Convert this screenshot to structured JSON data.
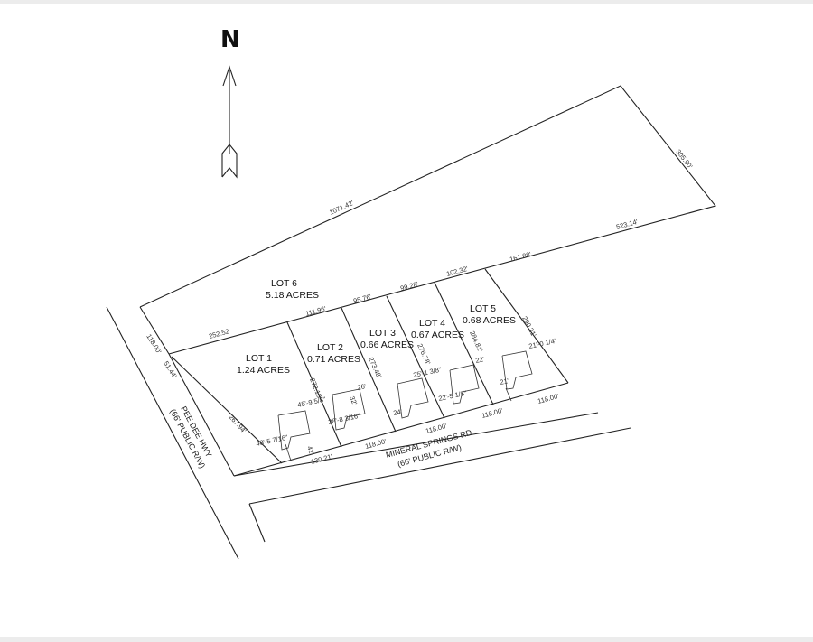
{
  "north_label": "N",
  "lots": [
    {
      "name": "LOT 1",
      "area": "1.24 ACRES"
    },
    {
      "name": "LOT 2",
      "area": "0.71 ACRES"
    },
    {
      "name": "LOT 3",
      "area": "0.66 ACRES"
    },
    {
      "name": "LOT 4",
      "area": "0.67 ACRES"
    },
    {
      "name": "LOT 5",
      "area": "0.68 ACRES"
    },
    {
      "name": "LOT 6",
      "area": "5.18 ACRES"
    }
  ],
  "roads": {
    "pee_dee_name": "PEE DEE HWY",
    "pee_dee_row": "(66' PUBLIC R/W)",
    "mineral_name": "MINERAL SPRINGS RD",
    "mineral_row": "(66' PUBLIC R/W)"
  },
  "dimensions": {
    "north_line": "1071.42'",
    "east_line": "305.90'",
    "lot6_south_east": "523.14'",
    "lot6_south_1": "252.52'",
    "lot6_south_2": "111.96'",
    "lot6_south_3": "95.76'",
    "lot6_south_4": "99.28'",
    "lot6_south_5": "102.32'",
    "lot6_south_6": "161.88'",
    "west_upper": "118.00'",
    "west_lower": "51.44'",
    "diagonal": "267.94'",
    "lot1_front": "130.21'",
    "lot2_front": "118.00'",
    "lot3_front": "118.00'",
    "lot4_front": "118.00'",
    "lot5_front": "118.00'",
    "lot2_side": "272.18'",
    "lot3_side": "273.48'",
    "lot4_side": "276.78'",
    "lot5_side": "284.81'",
    "lot5_east": "290.21'",
    "house1_setback": "48'-5 7/16\"",
    "house2_setback": "45'-9 5/8\"",
    "house3_setback": "28'-8 3/16\"",
    "house4_setback": "25'-1 3/8\"",
    "house5_setback": "22'-5 1/8\"",
    "house6_setback": "21'-0 1/4\"",
    "small_1": "42'",
    "small_2": "26'",
    "small_3": "24'",
    "small_4": "22'",
    "small_5": "21'",
    "small_6": "32'"
  }
}
